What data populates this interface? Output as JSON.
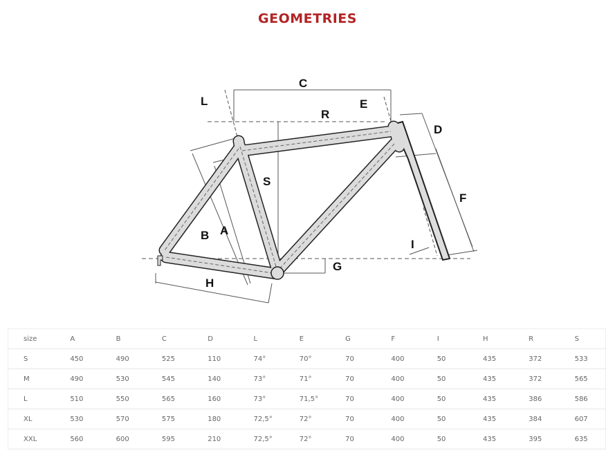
{
  "title": "GEOMETRIES",
  "diagram_labels": {
    "A": "A",
    "B": "B",
    "C": "C",
    "D": "D",
    "E": "E",
    "F": "F",
    "G": "G",
    "H": "H",
    "I": "I",
    "L": "L",
    "R": "R",
    "S": "S"
  },
  "table": {
    "headers": [
      "size",
      "A",
      "B",
      "C",
      "D",
      "L",
      "E",
      "G",
      "F",
      "I",
      "H",
      "R",
      "S"
    ],
    "rows": [
      [
        "S",
        "450",
        "490",
        "525",
        "110",
        "74°",
        "70°",
        "70",
        "400",
        "50",
        "435",
        "372",
        "533"
      ],
      [
        "M",
        "490",
        "530",
        "545",
        "140",
        "73°",
        "71°",
        "70",
        "400",
        "50",
        "435",
        "372",
        "565"
      ],
      [
        "L",
        "510",
        "550",
        "565",
        "160",
        "73°",
        "71,5°",
        "70",
        "400",
        "50",
        "435",
        "386",
        "586"
      ],
      [
        "XL",
        "530",
        "570",
        "575",
        "180",
        "72,5°",
        "72°",
        "70",
        "400",
        "50",
        "435",
        "384",
        "607"
      ],
      [
        "XXL",
        "560",
        "600",
        "595",
        "210",
        "72,5°",
        "72°",
        "70",
        "400",
        "50",
        "435",
        "395",
        "635"
      ]
    ]
  }
}
